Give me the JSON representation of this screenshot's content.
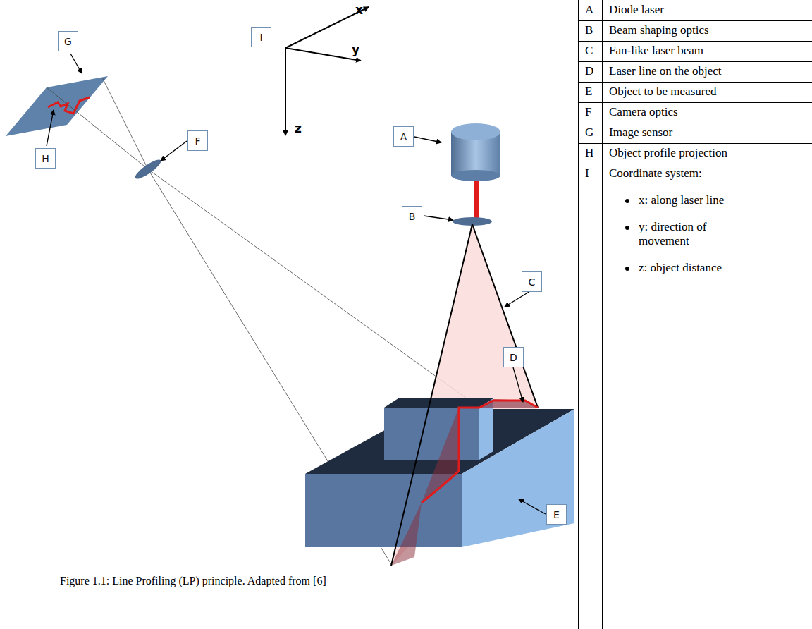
{
  "diagram": {
    "caption": "Figure 1.1: Line Profiling (LP) principle. Adapted from [6]",
    "nodes": [
      {
        "text": [
          "G"
        ]
      },
      {
        "text": [
          "I"
        ]
      },
      {
        "text": [
          "F"
        ]
      },
      {
        "text": [
          "A"
        ]
      },
      {
        "text": [
          "H"
        ]
      },
      {
        "text": [
          "B"
        ]
      },
      {
        "text": [
          "C"
        ]
      },
      {
        "text": [
          "D"
        ]
      },
      {
        "text": [
          "E"
        ]
      }
    ],
    "labels": [
      "x",
      "y",
      "z",
      "A",
      "Diode laser",
      "B",
      "Beam shaping optics",
      "C",
      "Fan-like laser beam",
      "D",
      "Laser line on the object",
      "E",
      "Object to be measured",
      "F",
      "Camera optics",
      "G",
      "Image sensor",
      "H",
      "Object profile projection",
      "I",
      "Coordinate system:",
      "x: along laser line",
      "y: direction of movement",
      "z: object distance"
    ]
  }
}
